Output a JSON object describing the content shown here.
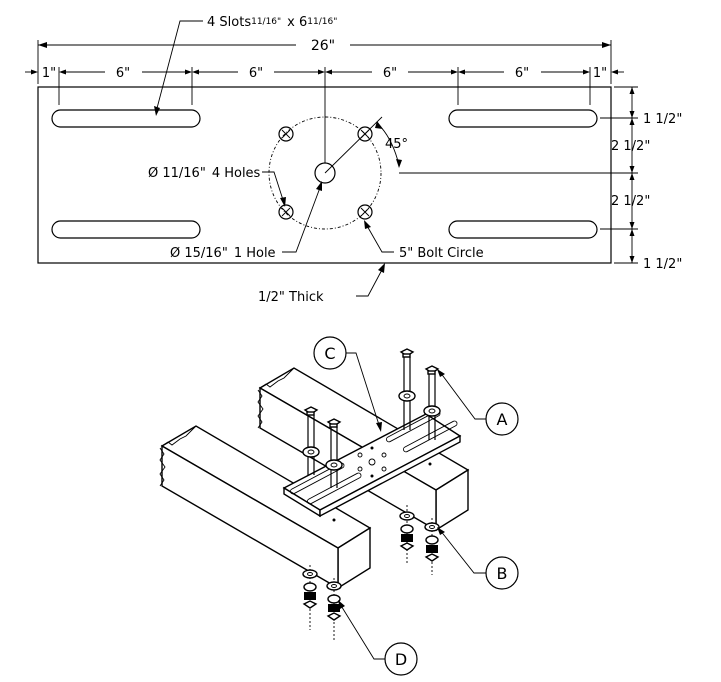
{
  "plate_view": {
    "slots_label_prefix": "4 Slots",
    "slots_width": "11/16\"",
    "slots_x": "x 6",
    "slots_length_frac": "11/16\"",
    "overall_width": "26\"",
    "dim_edge_left": "1\"",
    "dim_edge_right": "1\"",
    "dim_spacing_1": "6\"",
    "dim_spacing_2": "6\"",
    "dim_spacing_3": "6\"",
    "dim_spacing_4": "6\"",
    "dim_v_top": "1 1/2\"",
    "dim_v_mid_top": "2 1/2\"",
    "dim_v_mid_bottom": "2 1/2\"",
    "dim_v_bottom": "1 1/2\"",
    "angle_label": "45°",
    "holes_label_prefix": "Ø 11/16\"",
    "holes_label_suffix": "4 Holes",
    "center_hole_prefix": "Ø 15/16\"",
    "center_hole_suffix": "1 Hole",
    "bolt_circle_label": "5\" Bolt Circle",
    "thickness_label": "1/2\" Thick"
  },
  "assembly_view": {
    "callout_a": "A",
    "callout_b": "B",
    "callout_c": "C",
    "callout_d": "D"
  }
}
